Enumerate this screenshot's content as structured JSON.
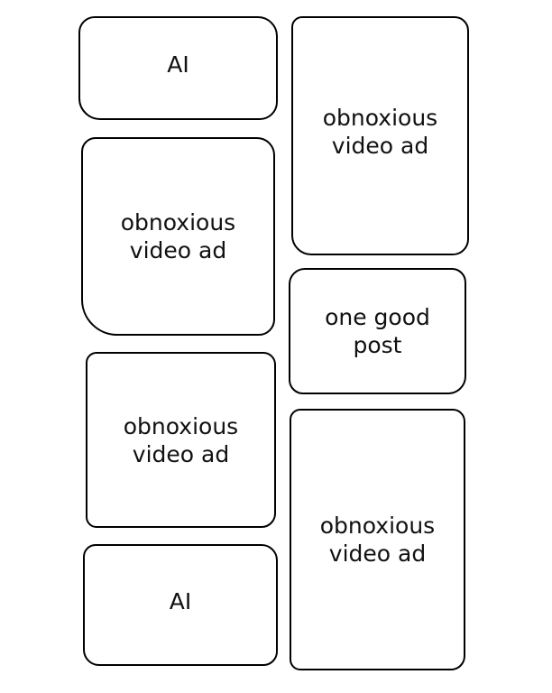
{
  "feed": {
    "left_column": [
      {
        "label": "AI"
      },
      {
        "label": "obnoxious\nvideo ad"
      },
      {
        "label": "obnoxious\nvideo ad"
      },
      {
        "label": "AI"
      }
    ],
    "right_column": [
      {
        "label": "obnoxious\nvideo ad"
      },
      {
        "label": "one good\npost"
      },
      {
        "label": "obnoxious\nvideo ad"
      }
    ]
  }
}
